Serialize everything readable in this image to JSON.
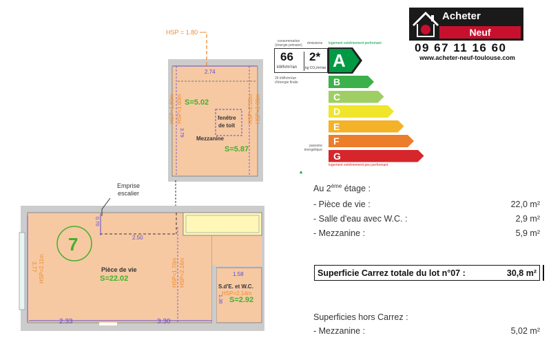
{
  "plan": {
    "hsp_top": "HSP = 1.80",
    "dim_mezz_width": "2.74",
    "dim_mezz_left": "3.79",
    "mezz_s1": "S=5.02",
    "mezz_hsp_left_a": "HSP=1.80m",
    "mezz_hsp_left_b": "HSP=1.60m",
    "mezz_hsp_right_a": "HSP=2.12m",
    "mezz_hsp_right_b": "HSP=2.00m",
    "roof_window_1": "fenêtre",
    "roof_window_2": "de toit",
    "mezzanine_label": "Mezzanine",
    "mezz_s2": "S=5.87",
    "stair_label_1": "Emprise",
    "stair_label_2": "escalier",
    "dim_070": "0.70",
    "dim_250": "2.50",
    "lot_number": "7",
    "dim_377": "3.77",
    "hsp_211": "HSP=2.11m",
    "hsp_170": "HSP=1.70m",
    "hsp_216": "HSP=2.16m",
    "living_label": "Pièce de vie",
    "living_s": "S=22.02",
    "dim_158": "1.58",
    "bath_label": "S.d'E. et W.C.",
    "bath_hsp": "HSP=2.14m",
    "bath_s": "S=2.92",
    "dim_136": "1.36",
    "dim_233": "2.33",
    "dim_330": "3.30"
  },
  "energy": {
    "header_conso": "consommation (énergie primaire)",
    "header_emissions": "émissions",
    "top_note": "logement extrêmement performant",
    "conso_value": "66",
    "conso_unit": "kWh/m²/an",
    "emission_value": "2*",
    "emission_unit": "kg CO₂/m²/an",
    "final_energy_note": "26 kWh/m²/an d'énergie finale",
    "passoire_note": "passoire énergétique",
    "bottom_note": "logement extrêmement peu performant",
    "classes": [
      {
        "letter": "A",
        "color": "#009a44"
      },
      {
        "letter": "B",
        "color": "#3cb04a"
      },
      {
        "letter": "C",
        "color": "#9fce65"
      },
      {
        "letter": "D",
        "color": "#f0e52a"
      },
      {
        "letter": "E",
        "color": "#f3b228"
      },
      {
        "letter": "F",
        "color": "#ec7d2a"
      },
      {
        "letter": "G",
        "color": "#d6262c"
      }
    ]
  },
  "brand": {
    "line1": "Acheter",
    "line2": "Neuf Toulouse.com",
    "phone": "09 67 11 16 60",
    "website": "www.acheter-neuf-toulouse.com",
    "logo_color": "#c8102e"
  },
  "surfaces": {
    "floor_label": "Au 2ème étage :",
    "rows": [
      {
        "label": "- Pièce de vie :",
        "value": "22,0 m²"
      },
      {
        "label": "- Salle d'eau avec W.C. :",
        "value": "2,9 m²"
      },
      {
        "label": "- Mezzanine :",
        "value": "5,9 m²"
      }
    ],
    "total_label": "Superficie Carrez totale du lot n°07 :",
    "total_value": "30,8 m²",
    "hors_label": "Superficies hors Carrez :",
    "hors_rows": [
      {
        "label": "- Mezzanine :",
        "value": "5,02 m²"
      }
    ]
  }
}
